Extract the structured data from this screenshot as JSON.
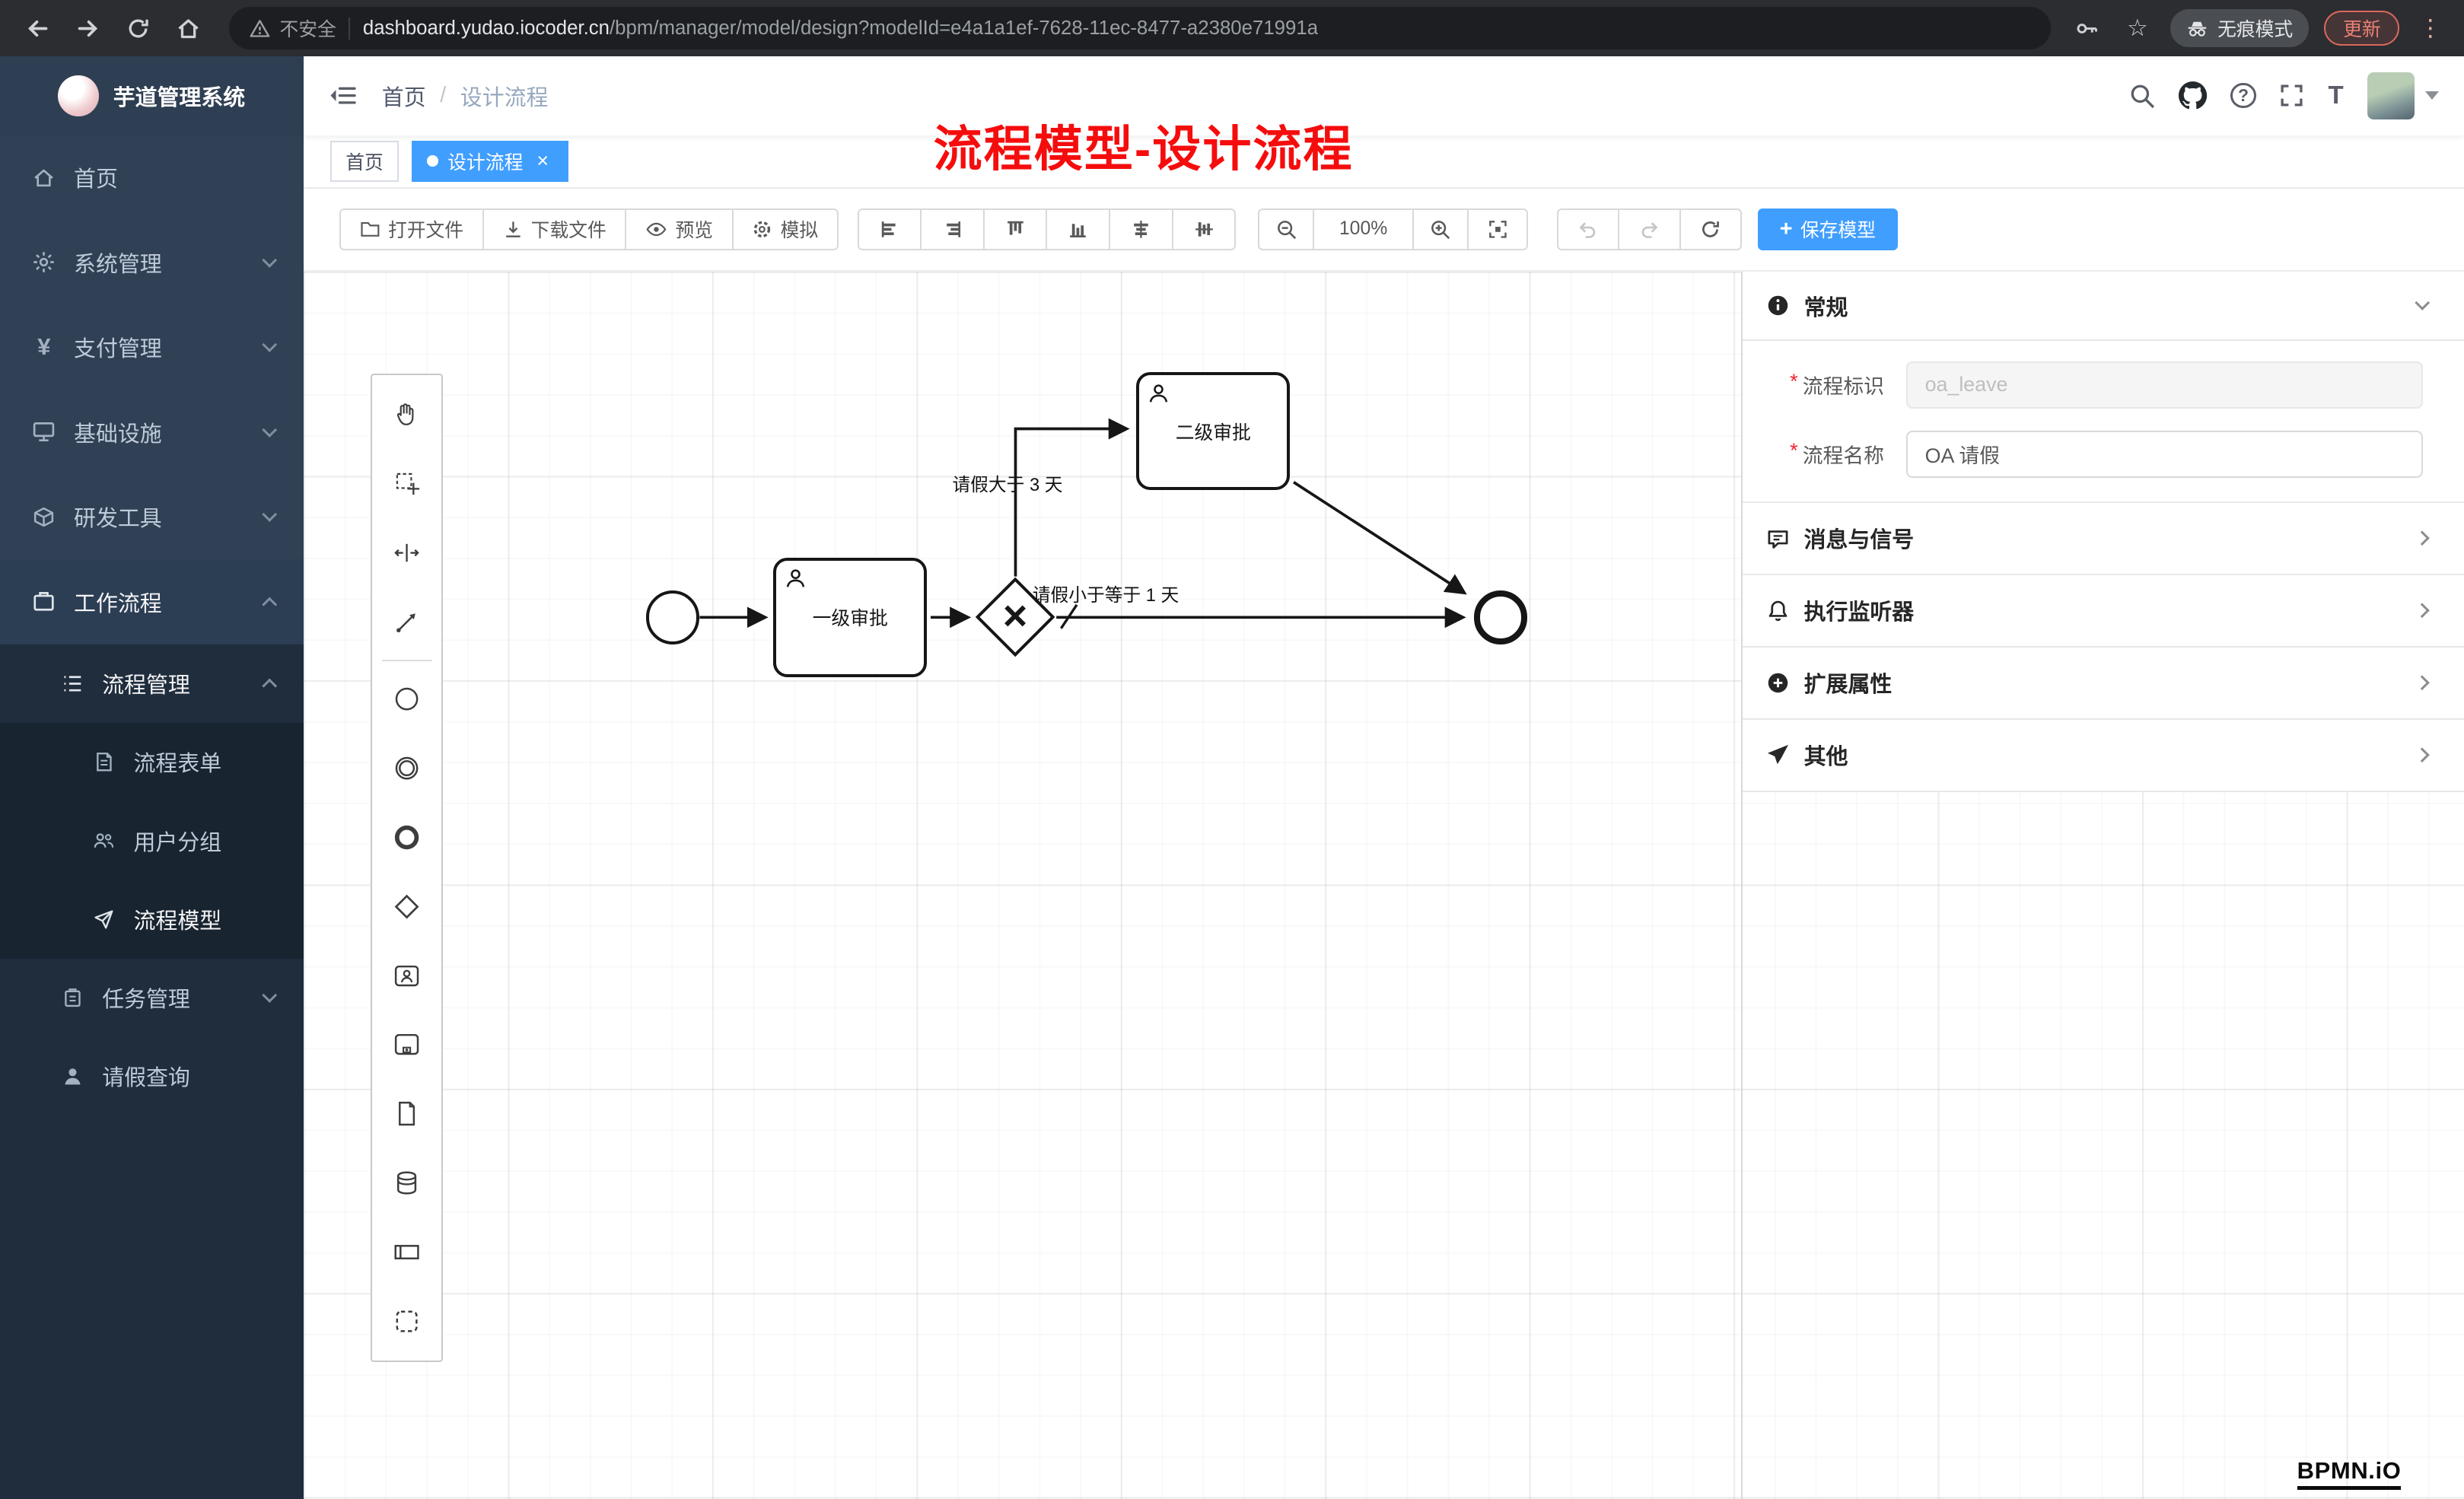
{
  "browser": {
    "security_label": "不安全",
    "url_host": "dashboard.yudao.iocoder.cn",
    "url_path": "/bpm/manager/model/design?modelId=e4a1a1ef-7628-11ec-8477-a2380e71991a",
    "incognito_label": "无痕模式",
    "update_label": "更新",
    "menu_glyph": "⋮",
    "star_glyph": "☆"
  },
  "sidebar": {
    "app_title": "芋道管理系统",
    "items": [
      {
        "label": "首页"
      },
      {
        "label": "系统管理"
      },
      {
        "label": "支付管理"
      },
      {
        "label": "基础设施"
      },
      {
        "label": "研发工具"
      },
      {
        "label": "工作流程"
      }
    ],
    "process_mgmt": "流程管理",
    "process_children": [
      {
        "label": "流程表单"
      },
      {
        "label": "用户分组"
      },
      {
        "label": "流程模型"
      }
    ],
    "task_mgmt": "任务管理",
    "leave_query": "请假查询",
    "yen_glyph": "¥"
  },
  "header": {
    "breadcrumb_home": "首页",
    "breadcrumb_sep": "/",
    "breadcrumb_current": "设计流程",
    "help_glyph": "?",
    "fontsize_glyph": "T"
  },
  "annotation": {
    "text": "流程模型-设计流程",
    "color": "#f50d0d"
  },
  "tabs": {
    "home": "首页",
    "active": "设计流程",
    "close_glyph": "×"
  },
  "toolbar": {
    "open_file": "打开文件",
    "download_file": "下载文件",
    "preview": "预览",
    "simulate": "模拟",
    "zoom_level": "100%",
    "plus_glyph": "+",
    "save_model": "保存模型"
  },
  "palette_tools": [
    "hand-tool",
    "lasso-tool",
    "space-tool",
    "global-connect-tool",
    "start-event",
    "intermediate-event",
    "end-event",
    "exclusive-gateway",
    "user-task",
    "subprocess",
    "data-object",
    "data-store",
    "participant",
    "group"
  ],
  "diagram": {
    "task1": "一级审批",
    "task2": "二级审批",
    "edge_label_over3": "请假大于 3 天",
    "edge_label_under1": "请假小于等于 1 天",
    "gateway_glyph": "×"
  },
  "properties": {
    "general_title": "常规",
    "required_marker": "*",
    "key_label": "流程标识",
    "key_value": "oa_leave",
    "name_label": "流程名称",
    "name_value": "OA 请假",
    "sections": [
      {
        "label": "消息与信号"
      },
      {
        "label": "执行监听器"
      },
      {
        "label": "扩展属性"
      },
      {
        "label": "其他"
      }
    ]
  },
  "watermark": "BPMN.iO",
  "colors": {
    "accent": "#409eff",
    "sidebar_bg": "#304156",
    "sidebar_sub_bg": "#1f2d3d",
    "annotation_red": "#f50d0d"
  }
}
